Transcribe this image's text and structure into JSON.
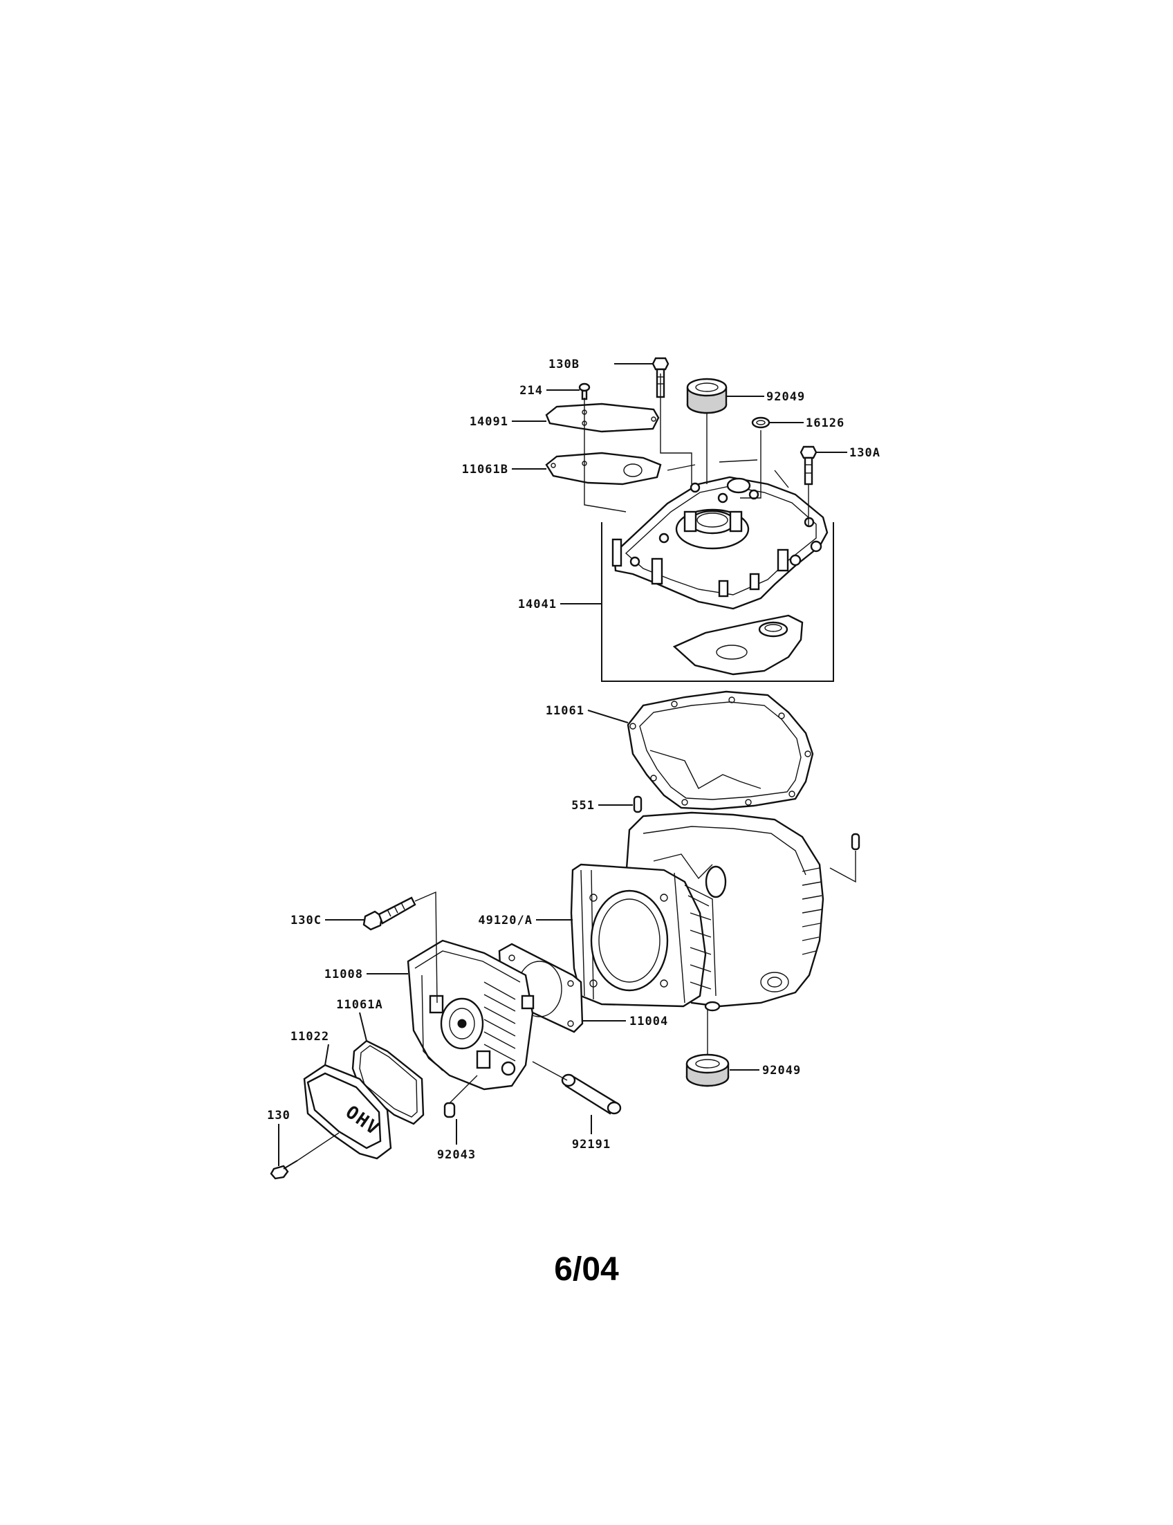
{
  "diagram": {
    "callouts": {
      "c130B": "130B",
      "c214": "214",
      "c14091": "14091",
      "c11061B": "11061B",
      "c92049_top": "92049",
      "c16126": "16126",
      "c130A": "130A",
      "c14041": "14041",
      "c11061": "11061",
      "c551": "551",
      "c130C": "130C",
      "c49120A": "49120/A",
      "c11008": "11008",
      "c11061A": "11061A",
      "c11022": "11022",
      "c130": "130",
      "c11004": "11004",
      "c92049_bottom": "92049",
      "c92191": "92191",
      "c92043": "92043"
    },
    "cover_lettering": "OHV"
  },
  "page_number": "6/04"
}
